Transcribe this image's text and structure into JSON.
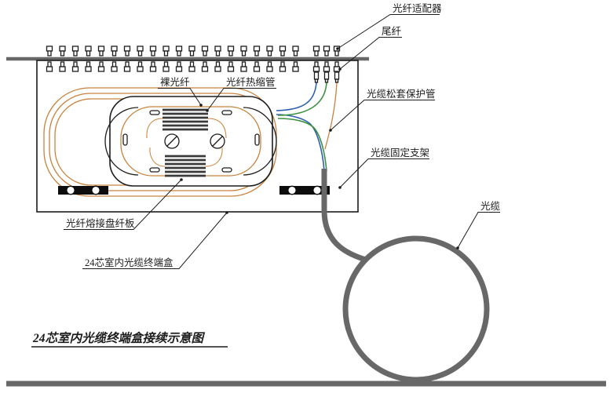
{
  "diagram": {
    "title": "24芯室内光缆终端盒接续示意图",
    "labels": {
      "fiber_adapter": "光纤适配器",
      "pigtail": "尾纤",
      "bare_fiber": "裸光纤",
      "heat_shrink_tube": "光纤热缩管",
      "loose_tube_protection": "光缆松套保护管",
      "cable_fixing_bracket": "光缆固定支架",
      "optical_cable": "光缆",
      "splice_tray": "光纤熔接盘纤板",
      "terminal_box": "24芯室内光缆终端盒"
    },
    "colors": {
      "fiber_orange": "#c9823d",
      "fiber_blue": "#2f5fae",
      "fiber_green": "#3d9140",
      "cable_gray": "#686868",
      "ink": "#1c1c1c"
    }
  }
}
